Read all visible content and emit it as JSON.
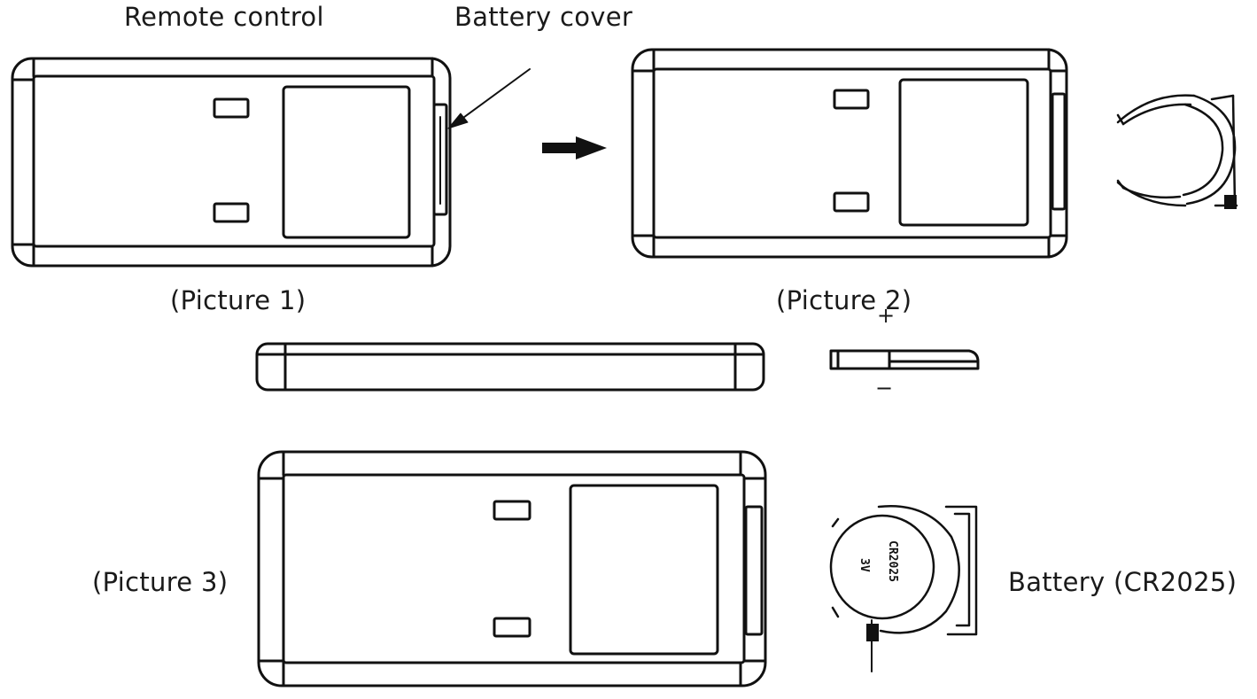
{
  "labels": {
    "remote_control": "Remote control",
    "battery_cover": "Battery cover",
    "picture_1": "(Picture 1)",
    "picture_2": "(Picture 2)",
    "picture_3": "(Picture 3)",
    "battery": "Battery (CR2025)",
    "plus": "+",
    "minus": "−"
  },
  "battery_engraving": {
    "model": "CR2025",
    "brand": "3V"
  },
  "colors": {
    "line": "#111111",
    "background": "#ffffff"
  }
}
